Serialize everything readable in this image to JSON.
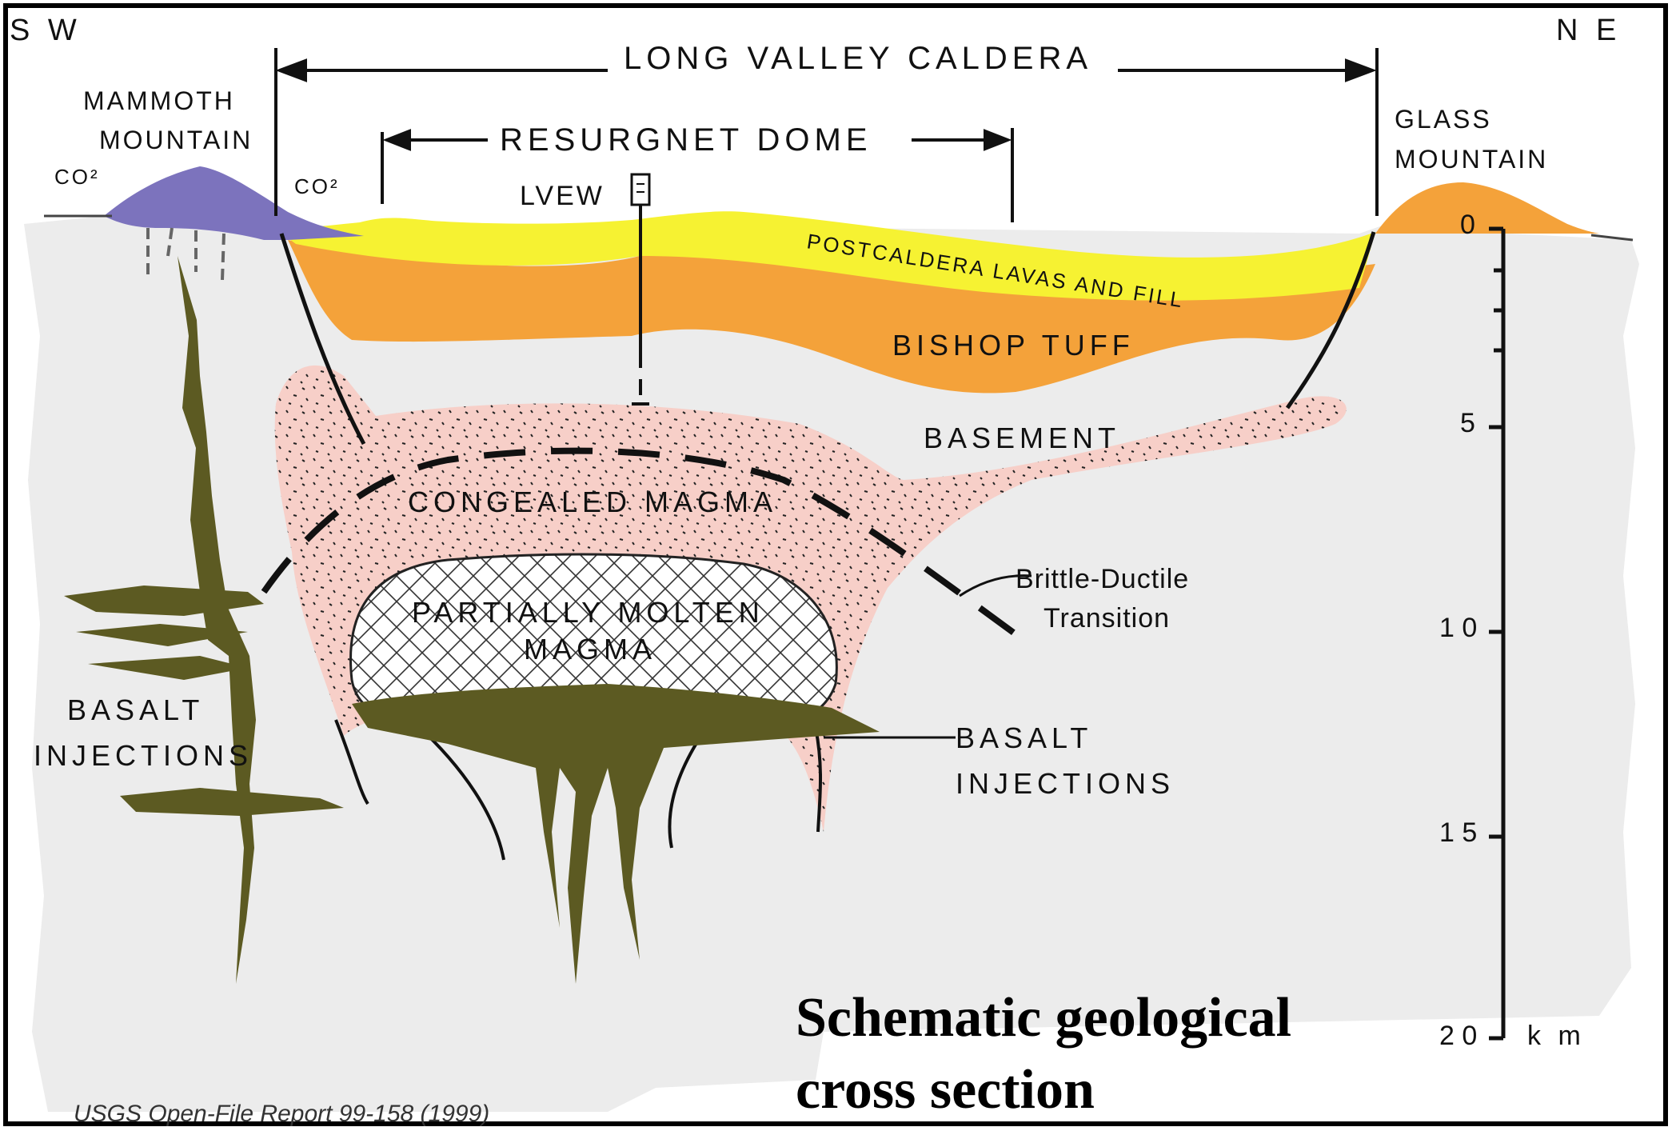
{
  "compass": {
    "left": "S W",
    "right": "N E"
  },
  "caldera": {
    "label": "LONG VALLEY CALDERA"
  },
  "dome": {
    "label": "RESURGNET DOME"
  },
  "well": {
    "label": "LVEW"
  },
  "mammoth": {
    "line1": "MAMMOTH",
    "line2": "MOUNTAIN",
    "gas1": "CO²",
    "gas2": "CO²"
  },
  "glass": {
    "line1": "GLASS",
    "line2": "MOUNTAIN"
  },
  "layers": {
    "postcaldera": "POSTCALDERA LAVAS AND FILL",
    "bishop": "BISHOP TUFF",
    "basement": "BASEMENT",
    "congealed": "CONGEALED MAGMA",
    "molten_line1": "PARTIALLY MOLTEN",
    "molten_line2": "MAGMA"
  },
  "transition": {
    "line1": "Brittle-Ductile",
    "line2": "Transition"
  },
  "basalt_left": {
    "line1": "BASALT",
    "line2": "INJECTIONS"
  },
  "basalt_right": {
    "line1": "BASALT",
    "line2": "INJECTIONS"
  },
  "scale": {
    "ticks": [
      "0",
      "5",
      "1 0",
      "1 5",
      "2 0"
    ],
    "unit": "k m"
  },
  "title": {
    "line1": "Schematic geological",
    "line2": "cross section"
  },
  "credit": "USGS Open-File Report 99-158 (1999)",
  "colors": {
    "ground": "#ececec",
    "lavas": "#f6f232",
    "tuff": "#f4a23a",
    "magma": "#f7cfc8",
    "basalt": "#5c5a22",
    "mammoth": "#7c73bd",
    "glass": "#f4a23a"
  }
}
